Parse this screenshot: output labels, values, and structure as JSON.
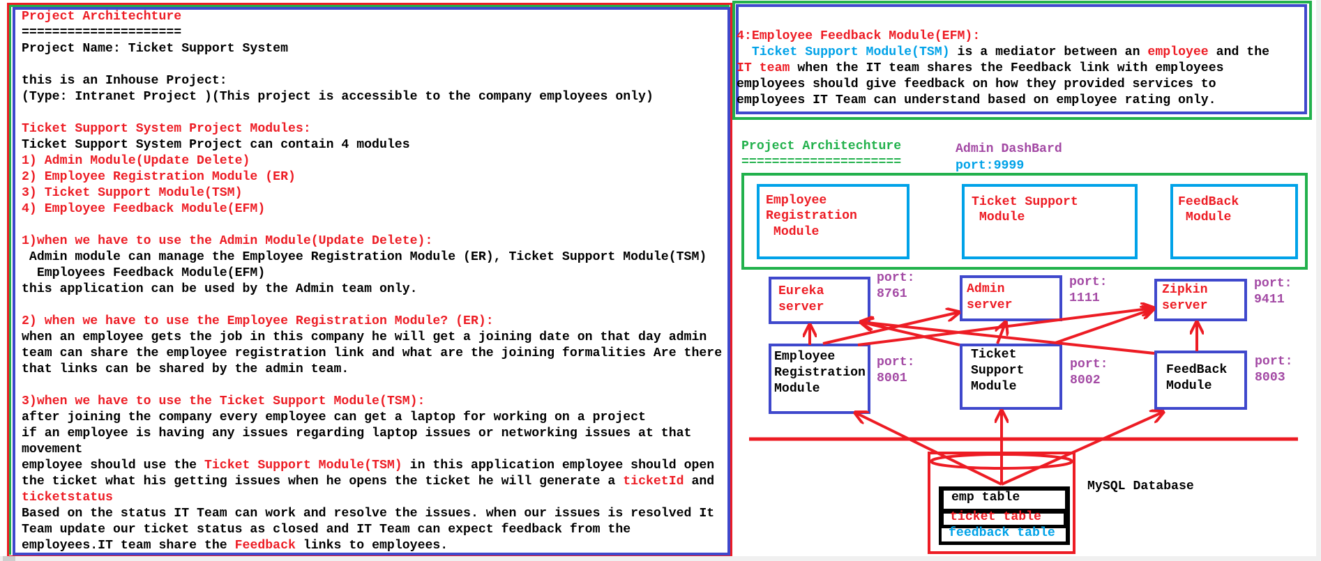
{
  "colors": {
    "red": "#ed1c24",
    "green": "#22b14c",
    "blue": "#3f48cc",
    "cyan": "#00a2e8",
    "purple": "#a349a4",
    "black": "#000000"
  },
  "left_panel": {
    "lines": [
      [
        {
          "t": "Project Architechture",
          "c": "r"
        }
      ],
      [
        {
          "t": "=====================",
          "c": "k"
        }
      ],
      [
        {
          "t": "Project Name: Ticket Support System",
          "c": "k"
        }
      ],
      [],
      [
        {
          "t": "this is an Inhouse Project:",
          "c": "k"
        }
      ],
      [
        {
          "t": "(Type: Intranet Project )(This project is accessible to the company employees only)",
          "c": "k"
        }
      ],
      [],
      [
        {
          "t": "Ticket Support System Project Modules:",
          "c": "r"
        }
      ],
      [
        {
          "t": "Ticket Support System Project can contain 4 modules",
          "c": "k"
        }
      ],
      [
        {
          "t": "1) Admin Module(Update Delete)",
          "c": "r"
        }
      ],
      [
        {
          "t": "2) Employee Registration Module (ER)",
          "c": "r"
        }
      ],
      [
        {
          "t": "3) Ticket Support Module(TSM)",
          "c": "r"
        }
      ],
      [
        {
          "t": "4) Employee Feedback Module(EFM)",
          "c": "r"
        }
      ],
      [],
      [
        {
          "t": "1)when we have to use the Admin Module(Update Delete):",
          "c": "r"
        }
      ],
      [
        {
          "t": " Admin module can manage the Employee Registration Module (ER), Ticket Support Module(TSM)",
          "c": "k"
        }
      ],
      [
        {
          "t": "  Employees Feedback Module(EFM)",
          "c": "k"
        }
      ],
      [
        {
          "t": "this application can be used by the Admin team only.",
          "c": "k"
        }
      ],
      [],
      [
        {
          "t": "2) when we have to use the Employee Registration Module? (ER):",
          "c": "r"
        }
      ],
      [
        {
          "t": "when an employee gets the job in this company he will get a joining date on that day admin",
          "c": "k"
        }
      ],
      [
        {
          "t": "team can share the employee registration link and what are the joining formalities Are there",
          "c": "k"
        }
      ],
      [
        {
          "t": "that links can be shared by the admin team.",
          "c": "k"
        }
      ],
      [],
      [
        {
          "t": "3)when we have to use the Ticket Support Module(TSM):",
          "c": "r"
        }
      ],
      [
        {
          "t": "after joining the company every employee can get a laptop for working on a project",
          "c": "k"
        }
      ],
      [
        {
          "t": "if an employee is having any issues regarding laptop issues or networking issues at that",
          "c": "k"
        }
      ],
      [
        {
          "t": "movement",
          "c": "k"
        }
      ],
      [
        {
          "t": "employee should use the ",
          "c": "k"
        },
        {
          "t": "Ticket Support Module(TSM)",
          "c": "r"
        },
        {
          "t": " in this application employee should open",
          "c": "k"
        }
      ],
      [
        {
          "t": "the ticket what his getting issues when he opens the ticket he will generate a ",
          "c": "k"
        },
        {
          "t": "ticketId",
          "c": "r"
        },
        {
          "t": " and",
          "c": "k"
        }
      ],
      [
        {
          "t": "ticketstatus",
          "c": "r"
        }
      ],
      [
        {
          "t": "Based on the status IT Team can work and resolve the issues. when our issues is resolved It",
          "c": "k"
        }
      ],
      [
        {
          "t": "Team update our ticket status as closed and IT Team can expect feedback from the",
          "c": "k"
        }
      ],
      [
        {
          "t": "employees.IT team share the ",
          "c": "k"
        },
        {
          "t": "Feedback",
          "c": "r"
        },
        {
          "t": " links to employees.",
          "c": "k"
        }
      ]
    ]
  },
  "right_panel": {
    "lines": [
      [
        {
          "t": "4:Employee Feedback Module(EFM):",
          "c": "r"
        }
      ],
      [
        {
          "t": "  ",
          "c": "k"
        },
        {
          "t": "Ticket Support Module(TSM)",
          "c": "b"
        },
        {
          "t": " is a mediator between an ",
          "c": "k"
        },
        {
          "t": "employee",
          "c": "r"
        },
        {
          "t": " and the",
          "c": "k"
        }
      ],
      [
        {
          "t": "IT team",
          "c": "r"
        },
        {
          "t": " when the IT team shares the Feedback link with employees",
          "c": "k"
        }
      ],
      [
        {
          "t": "employees should give feedback on how they provided services to",
          "c": "k"
        }
      ],
      [
        {
          "t": "employees IT Team can understand based on employee rating only.",
          "c": "k"
        }
      ]
    ]
  },
  "diagram": {
    "title": "Project Architechture",
    "title_rule": "=====================",
    "dashboard_label": "Admin DashBard",
    "dashboard_port": "port:9999",
    "dashboard_modules": [
      [
        "Employee",
        "Registration",
        " Module"
      ],
      [
        "Ticket Support",
        " Module"
      ],
      [
        "FeedBack",
        " Module"
      ]
    ],
    "servers": [
      {
        "lines": [
          "Eureka",
          "server"
        ],
        "port_label": "port:",
        "port": "8761"
      },
      {
        "lines": [
          "Admin",
          "server"
        ],
        "port_label": "port:",
        "port": "1111"
      },
      {
        "lines": [
          "Zipkin",
          "server"
        ],
        "port_label": "port:",
        "port": "9411"
      }
    ],
    "modules": [
      {
        "lines": [
          "Employee",
          "Registration",
          "Module"
        ],
        "port_label": "port:",
        "port": "8001"
      },
      {
        "lines": [
          "Ticket",
          "Support",
          "Module"
        ],
        "port_label": "port:",
        "port": "8002"
      },
      {
        "lines": [
          "FeedBack",
          "Module"
        ],
        "port_label": "port:",
        "port": "8003"
      }
    ],
    "database": {
      "label": "MySQL Database",
      "tables": [
        "emp table",
        "ticket table",
        "feedback table"
      ]
    }
  }
}
